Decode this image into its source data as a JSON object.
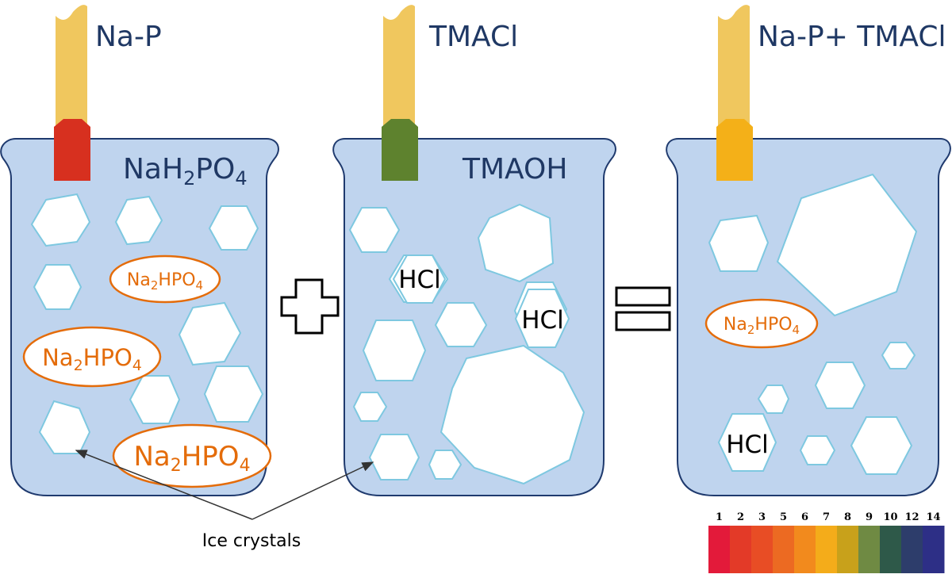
{
  "strips": {
    "strip1": {
      "label": "Na-P",
      "color": "#d7301f"
    },
    "strip2": {
      "label": "TMACl",
      "color": "#5e822e"
    },
    "strip3": {
      "label": "Na-P+ TMACl",
      "color": "#f4b018"
    }
  },
  "beakers": {
    "beaker1": {
      "label_main": "NaH",
      "label_sub1": "2",
      "label_mid": "PO",
      "label_sub2": "4",
      "salt_main": "Na",
      "salt_sub1": "2",
      "salt_mid": "HPO",
      "salt_sub2": "4"
    },
    "beaker2": {
      "label": "TMAOH",
      "hcl": "HCl"
    },
    "beaker3": {
      "salt_main": "Na",
      "salt_sub1": "2",
      "salt_mid": "HPO",
      "salt_sub2": "4",
      "hcl": "HCl"
    }
  },
  "annotation": {
    "ice_crystals": "Ice crystals"
  },
  "operators": {
    "plus": "plus-sign",
    "equals": "equals-sign"
  },
  "ph_scale": {
    "labels": [
      "1",
      "2",
      "3",
      "5",
      "6",
      "7",
      "8",
      "9",
      "10",
      "12",
      "14"
    ],
    "colors": [
      "#e31a3a",
      "#e33a28",
      "#e84d25",
      "#ec6a22",
      "#f28a1d",
      "#f4ac1a",
      "#c8a11b",
      "#6f8a43",
      "#2e5949",
      "#2d3d6b",
      "#2d2f86"
    ]
  },
  "colors": {
    "beaker_fill": "#bfd4ee",
    "beaker_stroke": "#1f3a6e",
    "crystal_stroke": "#7ec8e0",
    "strip": "#f0c75e",
    "label_text": "#1f3864",
    "salt_text": "#e46c0a"
  }
}
